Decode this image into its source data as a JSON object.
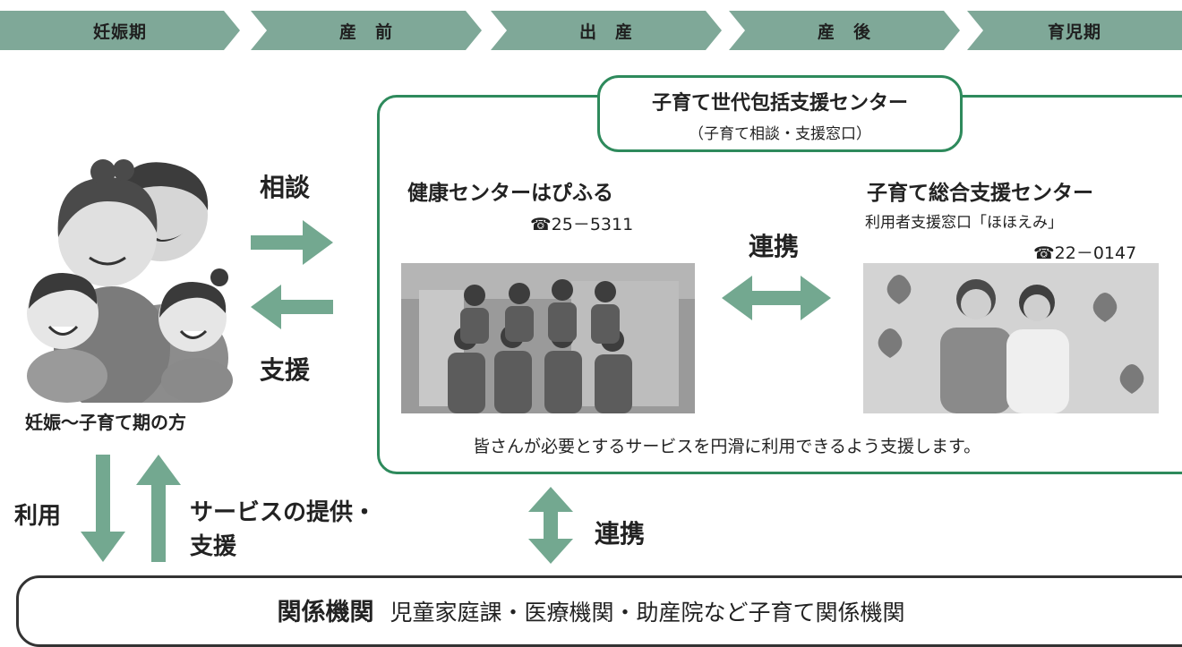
{
  "stages": [
    "妊娠期",
    "産　前",
    "出　産",
    "産　後",
    "育児期"
  ],
  "center": {
    "title": "子育て世代包括支援センター",
    "subtitle": "（子育て相談・支援窓口）",
    "note": "皆さんが必要とするサービスを円滑に利用できるよう支援します。"
  },
  "left": {
    "caption": "妊娠～子育て期の方",
    "consult_label": "相談",
    "support_label": "支援",
    "use_label": "利用",
    "service_label_line1": "サービスの提供・",
    "service_label_line2": "支援"
  },
  "health_center": {
    "name": "健康センターはぴふる",
    "phone": "☎25－5311"
  },
  "kosodate_center": {
    "name": "子育て総合支援センター",
    "window": "利用者支援窓口「ほほえみ」",
    "phone": "☎22－0147"
  },
  "link_label_top": "連携",
  "link_label_bottom": "連携",
  "related": {
    "heading": "関係機関",
    "list": "児童家庭課・医療機関・助産院など子育て関係機関"
  },
  "colors": {
    "stage_bg": "#7fa898",
    "arrow": "#73a890",
    "box_border": "#2e8a5c"
  }
}
